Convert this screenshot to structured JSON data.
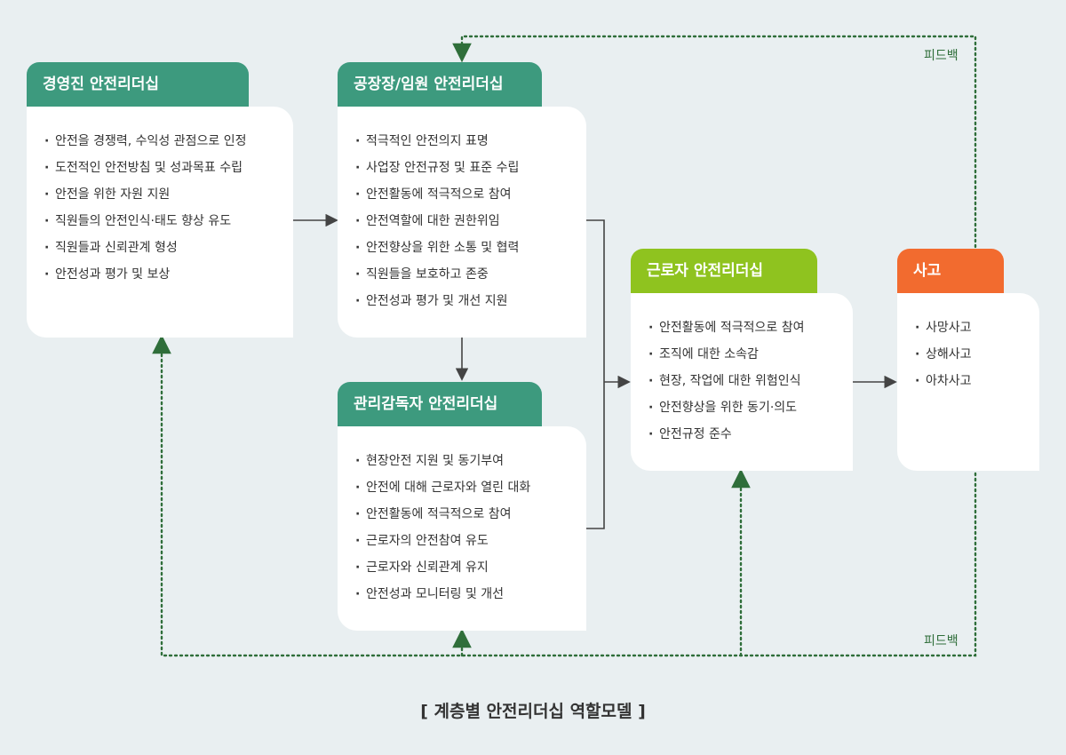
{
  "title": "[ 계층별 안전리더십 역할모델 ]",
  "feedback_label": "피드백",
  "colors": {
    "teal": "#3d9a7e",
    "lime": "#8fc31f",
    "orange": "#f26b2f",
    "feedback": "#2f6e3a"
  },
  "boxes": {
    "executive": {
      "title": "경영진 안전리더십",
      "items": [
        "안전을 경쟁력, 수익성 관점으로 인정",
        "도전적인 안전방침 및 성과목표 수립",
        "안전을 위한 자원 지원",
        "직원들의 안전인식·태도 향상 유도",
        "직원들과 신뢰관계 형성",
        "안전성과 평가 및 보상"
      ]
    },
    "factory": {
      "title": "공장장/임원 안전리더십",
      "items": [
        "적극적인 안전의지 표명",
        "사업장 안전규정 및 표준 수립",
        "안전활동에 적극적으로 참여",
        "안전역할에 대한 권한위임",
        "안전향상을 위한 소통 및 협력",
        "직원들을 보호하고 존중",
        "안전성과 평가 및 개선 지원"
      ]
    },
    "supervisor": {
      "title": "관리감독자 안전리더십",
      "items": [
        "현장안전 지원 및 동기부여",
        "안전에 대해 근로자와 열린 대화",
        "안전활동에 적극적으로 참여",
        "근로자의 안전참여 유도",
        "근로자와 신뢰관계 유지",
        "안전성과 모니터링 및 개선"
      ]
    },
    "worker": {
      "title": "근로자 안전리더십",
      "items": [
        "안전활동에 적극적으로 참여",
        "조직에 대한 소속감",
        "현장, 작업에 대한 위험인식",
        "안전향상을 위한 동기·의도",
        "안전규정 준수"
      ]
    },
    "accident": {
      "title": "사고",
      "items": [
        "사망사고",
        "상해사고",
        "아차사고"
      ]
    }
  }
}
